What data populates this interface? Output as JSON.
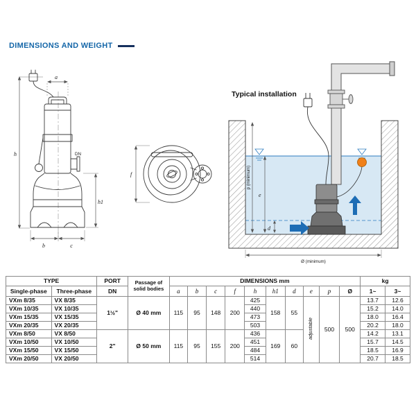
{
  "page": {
    "title": "DIMENSIONS AND WEIGHT"
  },
  "diagrams": {
    "installation_title": "Typical installation",
    "side_view": {
      "dim_a": "a",
      "dim_h": "h",
      "dim_dn": "DN",
      "dim_h1": "h1",
      "dim_b": "b",
      "dim_c": "c"
    },
    "top_view": {
      "dim_f": "f"
    },
    "installation": {
      "dim_p": "p (minimum)",
      "dim_e": "e",
      "dim_d": "d",
      "dim_diameter": "Ø (minimum)"
    }
  },
  "table": {
    "headers": {
      "type_group": "TYPE",
      "single_phase": "Single-phase",
      "three_phase": "Three-phase",
      "port": "PORT",
      "dn": "DN",
      "passage": "Passage of solid bodies",
      "dimensions_group": "DIMENSIONS mm",
      "kg_group": "kg",
      "dim_a": "a",
      "dim_b": "b",
      "dim_c": "c",
      "dim_f": "f",
      "dim_h": "h",
      "dim_h1": "h1",
      "dim_d": "d",
      "dim_e": "e",
      "dim_p": "p",
      "dim_diameter": "Ø",
      "kg_single": "1~",
      "kg_three": "3~"
    },
    "shared": {
      "e": "adjustable",
      "p": "500",
      "diameter": "500"
    },
    "groups": [
      {
        "port_dn": "1½\"",
        "passage": "Ø 40 mm",
        "a": "115",
        "b": "95",
        "c": "148",
        "f": "200",
        "h1": "158",
        "d": "55"
      },
      {
        "port_dn": "2\"",
        "passage": "Ø 50 mm",
        "a": "115",
        "b": "95",
        "c": "155",
        "f": "200",
        "h1": "169",
        "d": "60"
      }
    ],
    "rows": [
      {
        "single": "VXm 8/35",
        "three": "VX 8/35",
        "h": "425",
        "kg1": "13.7",
        "kg3": "12.6"
      },
      {
        "single": "VXm 10/35",
        "three": "VX 10/35",
        "h": "440",
        "kg1": "15.2",
        "kg3": "14.0"
      },
      {
        "single": "VXm 15/35",
        "three": "VX 15/35",
        "h": "473",
        "kg1": "18.0",
        "kg3": "16.4"
      },
      {
        "single": "VXm 20/35",
        "three": "VX 20/35",
        "h": "503",
        "kg1": "20.2",
        "kg3": "18.0"
      },
      {
        "single": "VXm 8/50",
        "three": "VX 8/50",
        "h": "436",
        "kg1": "14.2",
        "kg3": "13.1"
      },
      {
        "single": "VXm 10/50",
        "three": "VX 10/50",
        "h": "451",
        "kg1": "15.7",
        "kg3": "14.5"
      },
      {
        "single": "VXm 15/50",
        "three": "VX 15/50",
        "h": "484",
        "kg1": "18.5",
        "kg3": "16.9"
      },
      {
        "single": "VXm 20/50",
        "three": "VX 20/50",
        "h": "514",
        "kg1": "20.7",
        "kg3": "18.5"
      }
    ]
  }
}
